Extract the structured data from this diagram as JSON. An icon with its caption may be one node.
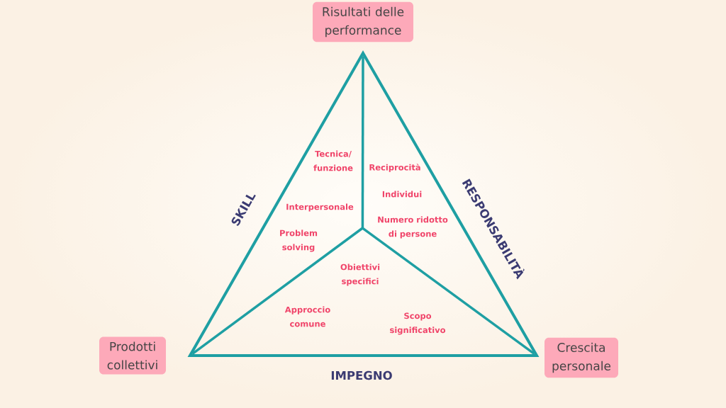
{
  "diagram": {
    "nodes": [
      {
        "text": [
          "Risultati delle performance"
        ]
      },
      {
        "text": [
          "Prodotti collettivi"
        ]
      },
      {
        "text": [
          "Crescita personale"
        ]
      }
    ],
    "labels": [
      "SKILL",
      "Tecnica/ funzione",
      "Interpersonale",
      "Problem solving",
      "Reciprocità",
      "Individui",
      "Numero ridotto di persone",
      "RESPONSABILITÀ",
      "Obiettivi specifici",
      "Approccio comune",
      "Scopo significativo",
      "IMPEGNO"
    ]
  }
}
